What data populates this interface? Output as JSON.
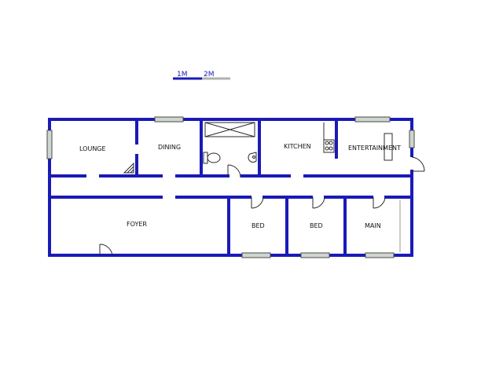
{
  "scale": {
    "label_1": "1M",
    "label_2": "2M"
  },
  "rooms": {
    "lounge": "LOUNGE",
    "dining": "DINING",
    "kitchen": "KITCHEN",
    "entertainment": "ENTERTAINMENT",
    "foyer": "FOYER",
    "bed_1": "BED",
    "bed_2": "BED",
    "main": "MAIN"
  },
  "colors": {
    "wall": "#1a1ab8",
    "window": "#cfd6cf",
    "background": "#ffffff"
  }
}
